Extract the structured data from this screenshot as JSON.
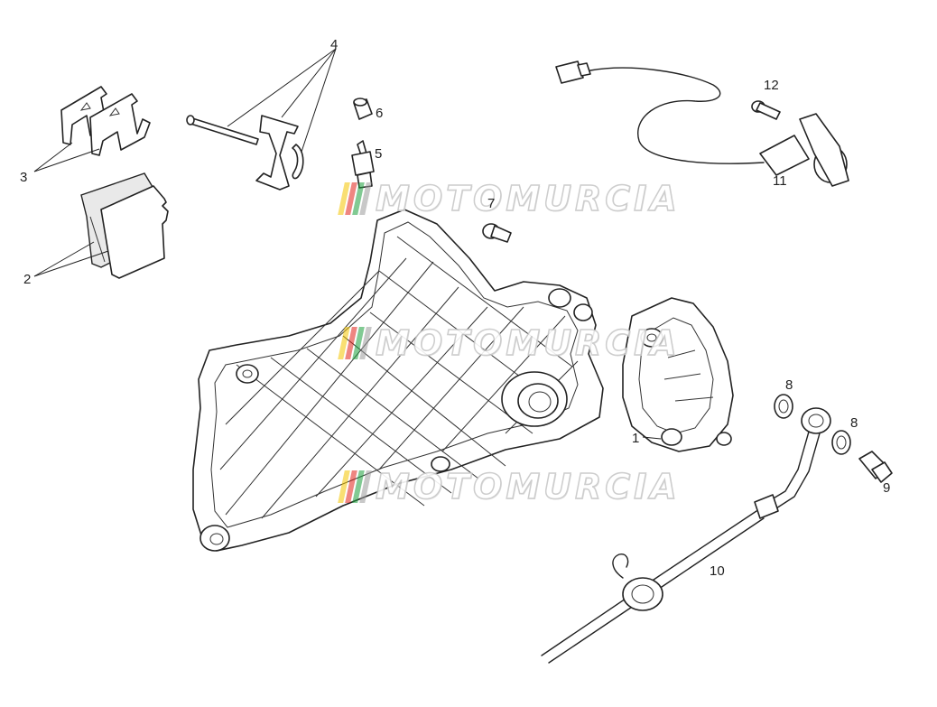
{
  "callouts": [
    {
      "id": "1",
      "label": "1"
    },
    {
      "id": "2",
      "label": "2"
    },
    {
      "id": "3",
      "label": "3"
    },
    {
      "id": "4",
      "label": "4"
    },
    {
      "id": "5",
      "label": "5"
    },
    {
      "id": "6",
      "label": "6"
    },
    {
      "id": "7",
      "label": "7"
    },
    {
      "id": "8a",
      "label": "8"
    },
    {
      "id": "8b",
      "label": "8"
    },
    {
      "id": "9",
      "label": "9"
    },
    {
      "id": "10",
      "label": "10"
    },
    {
      "id": "11",
      "label": "11"
    },
    {
      "id": "12",
      "label": "12"
    }
  ],
  "watermark": {
    "text": "MOTOMURCIA",
    "stripe_colors": [
      "#f4c400",
      "#e2231a",
      "#1a9e3a",
      "#9a9a9a"
    ]
  },
  "colors": {
    "line": "#222222",
    "background": "#ffffff"
  }
}
